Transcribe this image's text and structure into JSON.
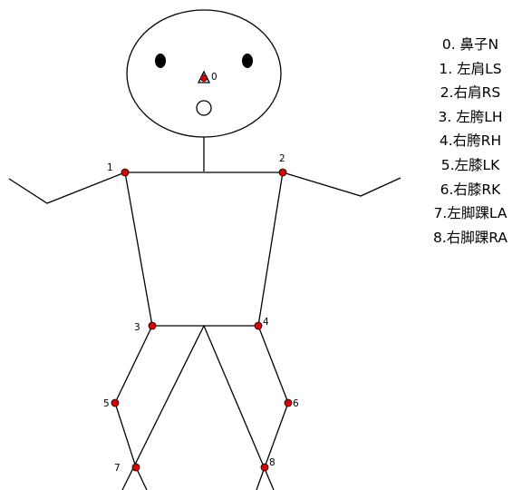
{
  "keypoints": [
    {
      "id": "0",
      "name": "nose",
      "label": "0"
    },
    {
      "id": "1",
      "name": "left-shoulder",
      "label": "1"
    },
    {
      "id": "2",
      "name": "right-shoulder",
      "label": "2"
    },
    {
      "id": "3",
      "name": "left-hip",
      "label": "3"
    },
    {
      "id": "4",
      "name": "right-hip",
      "label": "4"
    },
    {
      "id": "5",
      "name": "left-knee",
      "label": "5"
    },
    {
      "id": "6",
      "name": "right-knee",
      "label": "6"
    },
    {
      "id": "7",
      "name": "left-ankle",
      "label": "7"
    },
    {
      "id": "8",
      "name": "right-ankle",
      "label": "8"
    }
  ],
  "legend": [
    "0. 鼻子N",
    "1. 左肩LS",
    "2.右肩RS",
    "3. 左胯LH",
    "4.右胯RH",
    "5.左膝LK",
    "6.右膝RK",
    "7.左脚踝LA",
    "8.右脚踝RA"
  ],
  "colors": {
    "keypoint_fill": "#e00000",
    "line": "#000000",
    "eye": "#000000",
    "background": "#ffffff"
  }
}
